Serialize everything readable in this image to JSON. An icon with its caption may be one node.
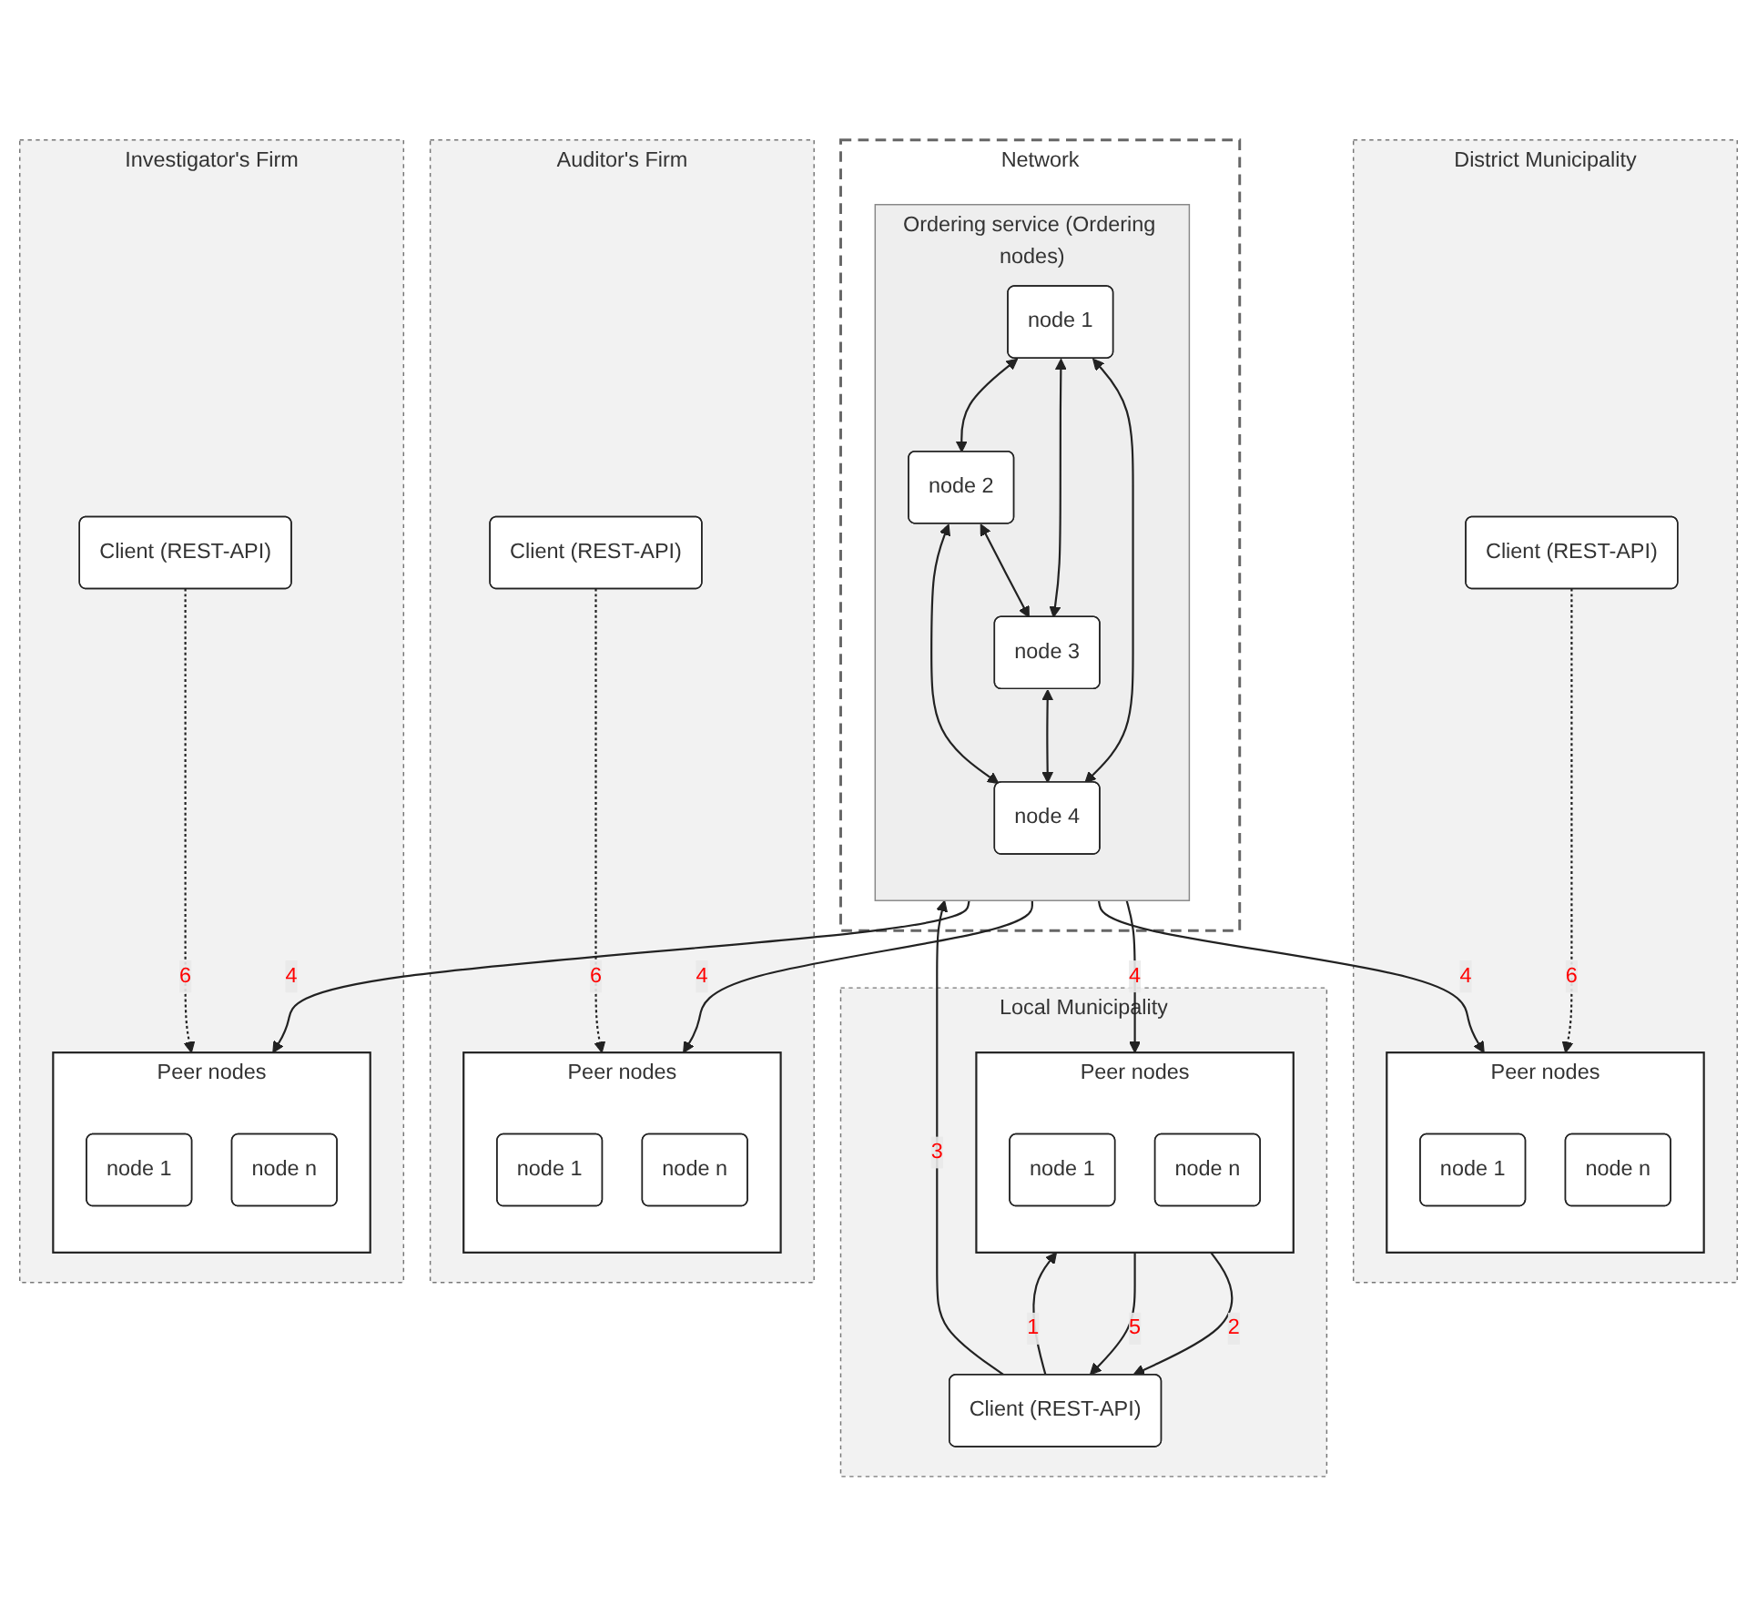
{
  "diagram": {
    "nodes": [
      {
        "text": [
          "Local Municipality"
        ]
      },
      {
        "text": [
          "Client (REST-API)"
        ],
        "in": 0
      },
      {
        "text": [
          "Peer nodes"
        ],
        "in": 0
      },
      {
        "text": [
          "node 1"
        ],
        "in": 2
      },
      {
        "text": [
          "node n"
        ],
        "in": 2
      },
      {
        "text": [
          "District Municipality"
        ]
      },
      {
        "text": [
          "Client (REST-API)"
        ],
        "in": 5
      },
      {
        "text": [
          "Peer nodes"
        ],
        "in": 5
      },
      {
        "text": [
          "node 1"
        ],
        "in": 7
      },
      {
        "text": [
          "node n"
        ],
        "in": 7
      },
      {
        "text": [
          "Network"
        ]
      },
      {
        "text": [
          "Ordering service (Ordering nodes)"
        ],
        "in": 10
      },
      {
        "text": [
          "node 1"
        ],
        "in": 11
      },
      {
        "text": [
          "node 2"
        ],
        "in": 11
      },
      {
        "text": [
          "node 3"
        ],
        "in": 11
      },
      {
        "text": [
          "node 4"
        ],
        "in": 11
      },
      {
        "text": [
          "Auditor's Firm"
        ]
      },
      {
        "text": [
          "Peer nodes"
        ],
        "in": 16
      },
      {
        "text": [
          "node 1"
        ],
        "in": 17
      },
      {
        "text": [
          "node n"
        ],
        "in": 17
      },
      {
        "text": [
          "Client (REST-API)"
        ],
        "in": 16
      },
      {
        "text": [
          "Investigator's Firm"
        ]
      },
      {
        "text": [
          "Peer nodes"
        ],
        "in": 21
      },
      {
        "text": [
          "node 1"
        ],
        "in": 22
      },
      {
        "text": [
          "node n"
        ],
        "in": 22
      },
      {
        "text": [
          "Client (REST-API)"
        ],
        "in": 21
      }
    ],
    "edges": [
      {
        "from": 1,
        "to": 2,
        "arrow": "to",
        "label": "1"
      },
      {
        "from": 2,
        "to": 1,
        "arrow": "to",
        "label": "2"
      },
      {
        "from": 2,
        "to": 1,
        "arrow": "to",
        "label": "5"
      },
      {
        "from": 1,
        "to": 11,
        "arrow": "to",
        "label": "3"
      },
      {
        "from": 11,
        "to": 2,
        "arrow": "to",
        "label": "4"
      },
      {
        "from": 11,
        "to": 7,
        "arrow": "to",
        "label": "4"
      },
      {
        "from": 11,
        "to": 17,
        "arrow": "to",
        "label": "4"
      },
      {
        "from": 11,
        "to": 22,
        "arrow": "to",
        "label": "4"
      },
      {
        "from": 6,
        "to": 7,
        "arrow": "to",
        "label": "6",
        "style": "dashed"
      },
      {
        "from": 20,
        "to": 17,
        "arrow": "to",
        "label": "6",
        "style": "dashed"
      },
      {
        "from": 25,
        "to": 22,
        "arrow": "to",
        "label": "6",
        "style": "dashed"
      },
      {
        "from": 12,
        "to": 13,
        "arrow": "both"
      },
      {
        "from": 12,
        "to": 14,
        "arrow": "both"
      },
      {
        "from": 13,
        "to": 15,
        "arrow": "both"
      },
      {
        "from": 14,
        "to": 15,
        "arrow": "both"
      },
      {
        "from": 12,
        "to": 15,
        "arrow": "both"
      },
      {
        "from": 13,
        "to": 14,
        "arrow": "both"
      }
    ]
  }
}
